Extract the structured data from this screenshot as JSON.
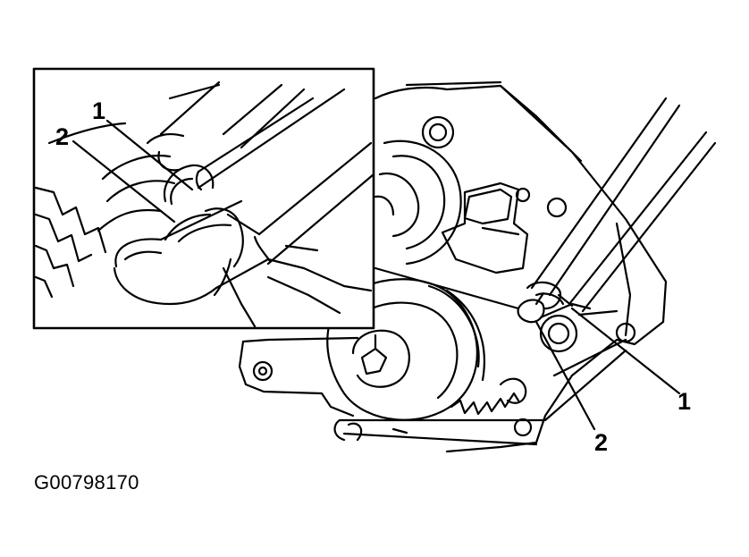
{
  "figure": {
    "id": "G00798170",
    "line_color": "#000000",
    "background_color": "#ffffff"
  },
  "inset": {
    "callouts": {
      "c1": "1",
      "c2": "2"
    }
  },
  "main": {
    "callouts": {
      "c1": "1",
      "c2": "2"
    }
  }
}
